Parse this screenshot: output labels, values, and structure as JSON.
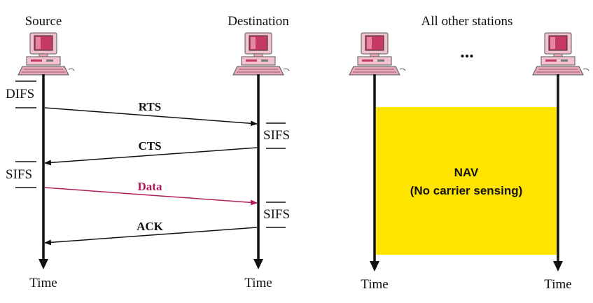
{
  "stations": {
    "source": "Source",
    "destination": "Destination",
    "others": "All other stations",
    "ellipsis": "..."
  },
  "intervals": {
    "difs": "DIFS",
    "sifs": "SIFS"
  },
  "messages": {
    "rts": "RTS",
    "cts": "CTS",
    "data": "Data",
    "ack": "ACK"
  },
  "nav": {
    "title": "NAV",
    "subtitle": "(No carrier sensing)"
  },
  "axis": {
    "time": "Time"
  },
  "colors": {
    "nav_fill": "#FFE400",
    "data_arrow": "#B01C5A",
    "computer_body": "#F2C3CE",
    "computer_dark": "#C43A63",
    "line": "#111111"
  },
  "icons": [
    "computer-icon"
  ]
}
